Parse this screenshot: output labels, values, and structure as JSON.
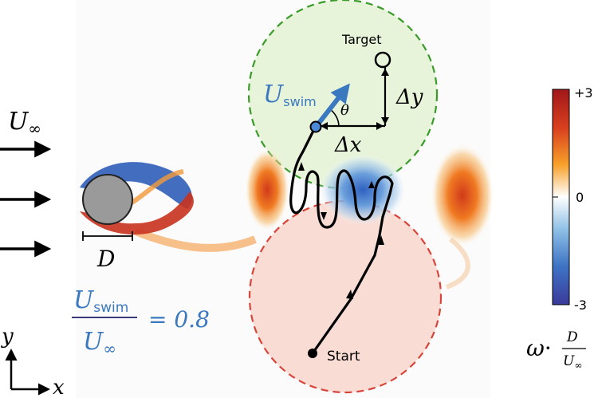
{
  "labels": {
    "u_inf_symbol": "U",
    "u_inf_sub": "∞",
    "diameter": "D",
    "target": "Target",
    "start": "Start",
    "dx": "Δx",
    "dy": "Δy",
    "theta": "θ",
    "u_swim_symbol": "U",
    "u_swim_sub": "swim",
    "ratio_num_symbol": "U",
    "ratio_num_sub": "swim",
    "ratio_den_symbol": "U",
    "ratio_den_sub": "∞",
    "ratio_value": "= 0.8",
    "axis_y": "y",
    "axis_x": "x"
  },
  "colorbar": {
    "max_label": "+3",
    "mid_label": "0",
    "min_label": "-3",
    "omega": "ω",
    "dot": "·",
    "frac_num": "D",
    "frac_den_symbol": "U",
    "frac_den_sub": "∞"
  },
  "colors": {
    "swim_blue": "#3a78c0",
    "target_green": "#3a9a2a",
    "start_red": "#d9443a",
    "vortex_red": "#c8321e",
    "vortex_blue": "#2f5db8"
  }
}
